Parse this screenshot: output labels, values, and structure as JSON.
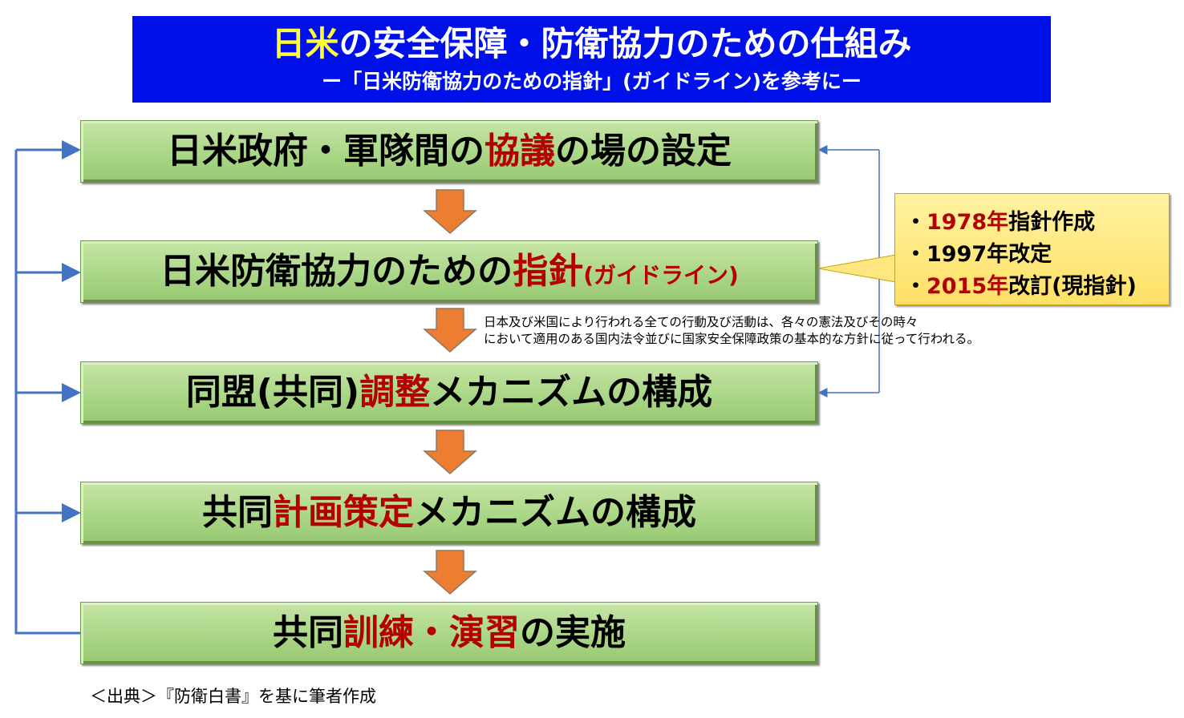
{
  "title": {
    "main_highlight": "日米",
    "main_rest": "の安全保障・防衛協力のための仕組み",
    "subtitle": "ー「日米防衛協力のための指針」(ガイドライン)を参考にー"
  },
  "steps": [
    {
      "pre": "日米政府・軍隊間の",
      "red": "協議",
      "post": "の場の設定"
    },
    {
      "pre": "日米防衛協力のための",
      "red": "指針",
      "post": "(ガイドライン)"
    },
    {
      "pre": "同盟(共同)",
      "red": "調整",
      "post": "メカニズムの構成"
    },
    {
      "pre": "共同",
      "red": "計画策定",
      "post": "メカニズムの構成"
    },
    {
      "pre": "共同",
      "red": "訓練・演習",
      "post": "の実施"
    }
  ],
  "note": {
    "line1": "日本及び米国により行われる全ての行動及び活動は、各々の憲法及びその時々",
    "line2": "において適用のある国内法令並びに国家安全保障政策の基本的な方針に従って行われる。"
  },
  "callout": [
    {
      "bullet": "・",
      "red": "1978年",
      "rest": "指針作成"
    },
    {
      "bullet": "・",
      "red": "",
      "rest": "1997年改定"
    },
    {
      "bullet": "・",
      "red": "2015年",
      "rest": "改訂(現指針)"
    }
  ],
  "source": "＜出典＞『防衛白書』を基に筆者作成",
  "colors": {
    "title_bg": "#0010e8",
    "accent_red": "#b30000",
    "arrow_orange": "#ed7d31",
    "connector_blue": "#4472c4",
    "box_green": "#a8d584"
  }
}
